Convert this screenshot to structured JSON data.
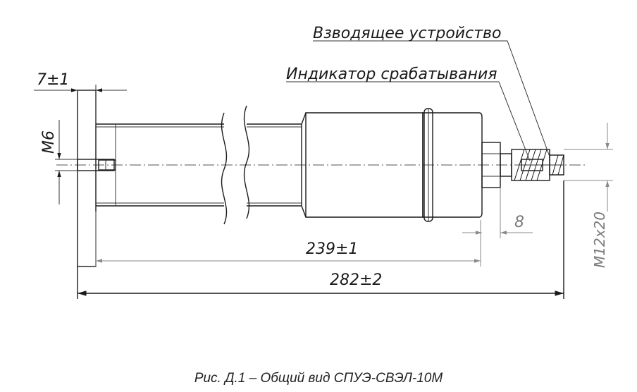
{
  "labels": {
    "arming_device": "Взводящее устройство",
    "trigger_indicator": "Индикатор срабатывания",
    "dim_left_offset": "7±1",
    "dim_thread_left": "М6",
    "dim_length_body": "239±1",
    "dim_length_total": "282±2",
    "dim_thread_right": "M12x20",
    "dim_8": "8"
  },
  "caption": "Рис. Д.1 – Общий вид СПУЭ-СВЭЛ-10М"
}
